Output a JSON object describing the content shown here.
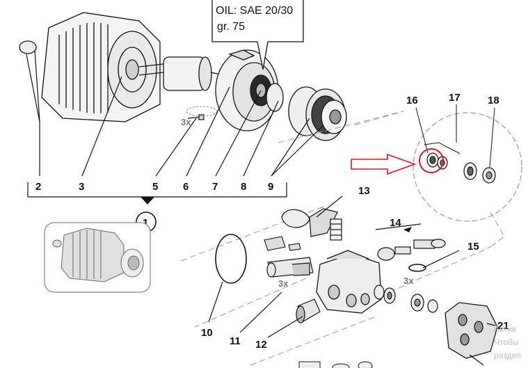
{
  "oil_note": {
    "line1": "OIL: SAE 20/30",
    "line2": "gr.  75"
  },
  "callouts": {
    "c1": "1",
    "c2": "2",
    "c3": "3",
    "c5": "5",
    "c6": "6",
    "c7": "7",
    "c8": "8",
    "c9": "9",
    "c10": "10",
    "c11": "11",
    "c12": "12",
    "c13": "13",
    "c14": "14",
    "c15": "15",
    "c16": "16",
    "c17": "17",
    "c18": "18",
    "c21": "21"
  },
  "qty": {
    "a": "3x",
    "b": "3x",
    "c": "3x"
  },
  "watermark": {
    "line1": "Актив",
    "line2": "Чтобы",
    "line3": "раздел"
  },
  "colors": {
    "ink": "#111111",
    "highlight": "#e0141e",
    "gray_text": "#777777",
    "watermark": "#b9b9b9"
  }
}
